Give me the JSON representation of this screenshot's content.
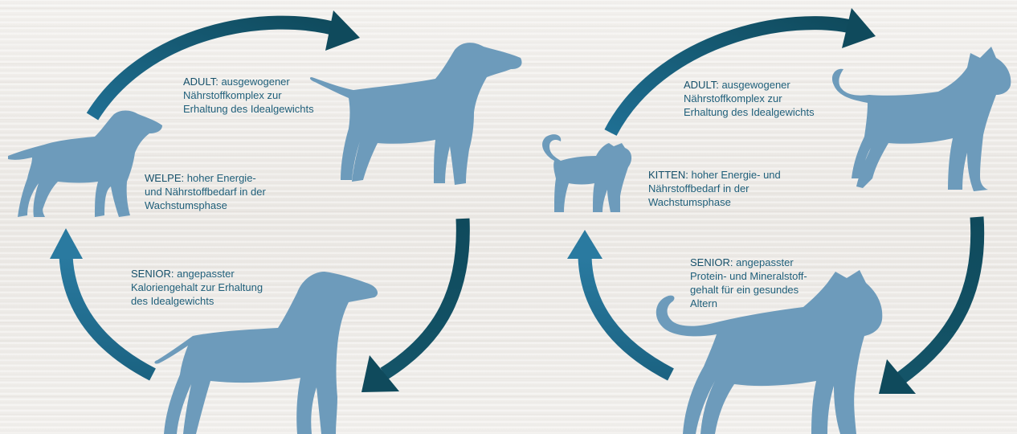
{
  "colors": {
    "animal": "#6d9bbb",
    "arrow_dark": "#0f4a5c",
    "arrow_mid": "#1b6382",
    "arrow_light": "#2a7aa0",
    "text": "#1f5f7a"
  },
  "dog_cycle": {
    "welpe": {
      "label": "WELPE:",
      "lines": [
        "hoher Energie-",
        "und Nährstoffbedarf in der",
        "Wachstumsphase"
      ]
    },
    "adult": {
      "label": "ADULT:",
      "lines": [
        "ausgewogener",
        "Nährstoffkomplex zur",
        "Erhaltung des Idealgewichts"
      ]
    },
    "senior": {
      "label": "SENIOR:",
      "lines": [
        "angepasster",
        "Kaloriengehalt zur Erhaltung",
        "des Idealgewichts"
      ]
    }
  },
  "cat_cycle": {
    "kitten": {
      "label": "KITTEN:",
      "lines": [
        "hoher Energie- und",
        "Nährstoffbedarf in der",
        "Wachstumsphase"
      ]
    },
    "adult": {
      "label": "ADULT:",
      "lines": [
        "ausgewogener",
        "Nährstoffkomplex zur",
        "Erhaltung des Idealgewichts"
      ]
    },
    "senior": {
      "label": "SENIOR:",
      "lines": [
        "angepasster",
        "Protein- und Mineralstoff-",
        "gehalt für ein gesundes",
        "Altern"
      ]
    }
  }
}
